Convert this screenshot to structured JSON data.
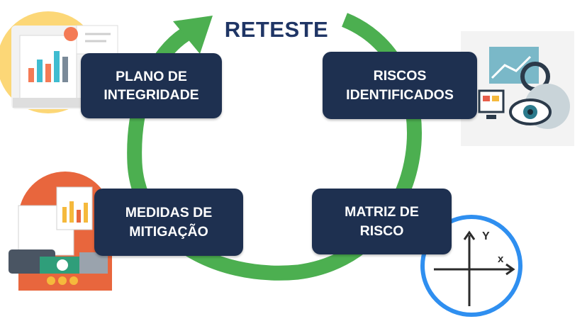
{
  "title": "RETESTE",
  "stages": {
    "plano": "PLANO DE\nINTEGRIDADE",
    "riscos": "RISCOS\nIDENTIFICADOS",
    "matriz": "MATRIZ DE\nRISCO",
    "medidas": "MEDIDAS DE\nMITIGAÇÃO"
  },
  "axis_icon": {
    "y_label": "Y",
    "x_label": "x"
  },
  "colors": {
    "cycle_arrow": "#4caf50",
    "box_fill": "#1e3050",
    "title": "#1f3565",
    "axis_ring": "#2f8ff0"
  },
  "icons": [
    "report-clipboard-icon",
    "analytics-eye-icon",
    "finance-documents-icon",
    "xy-axis-icon"
  ]
}
